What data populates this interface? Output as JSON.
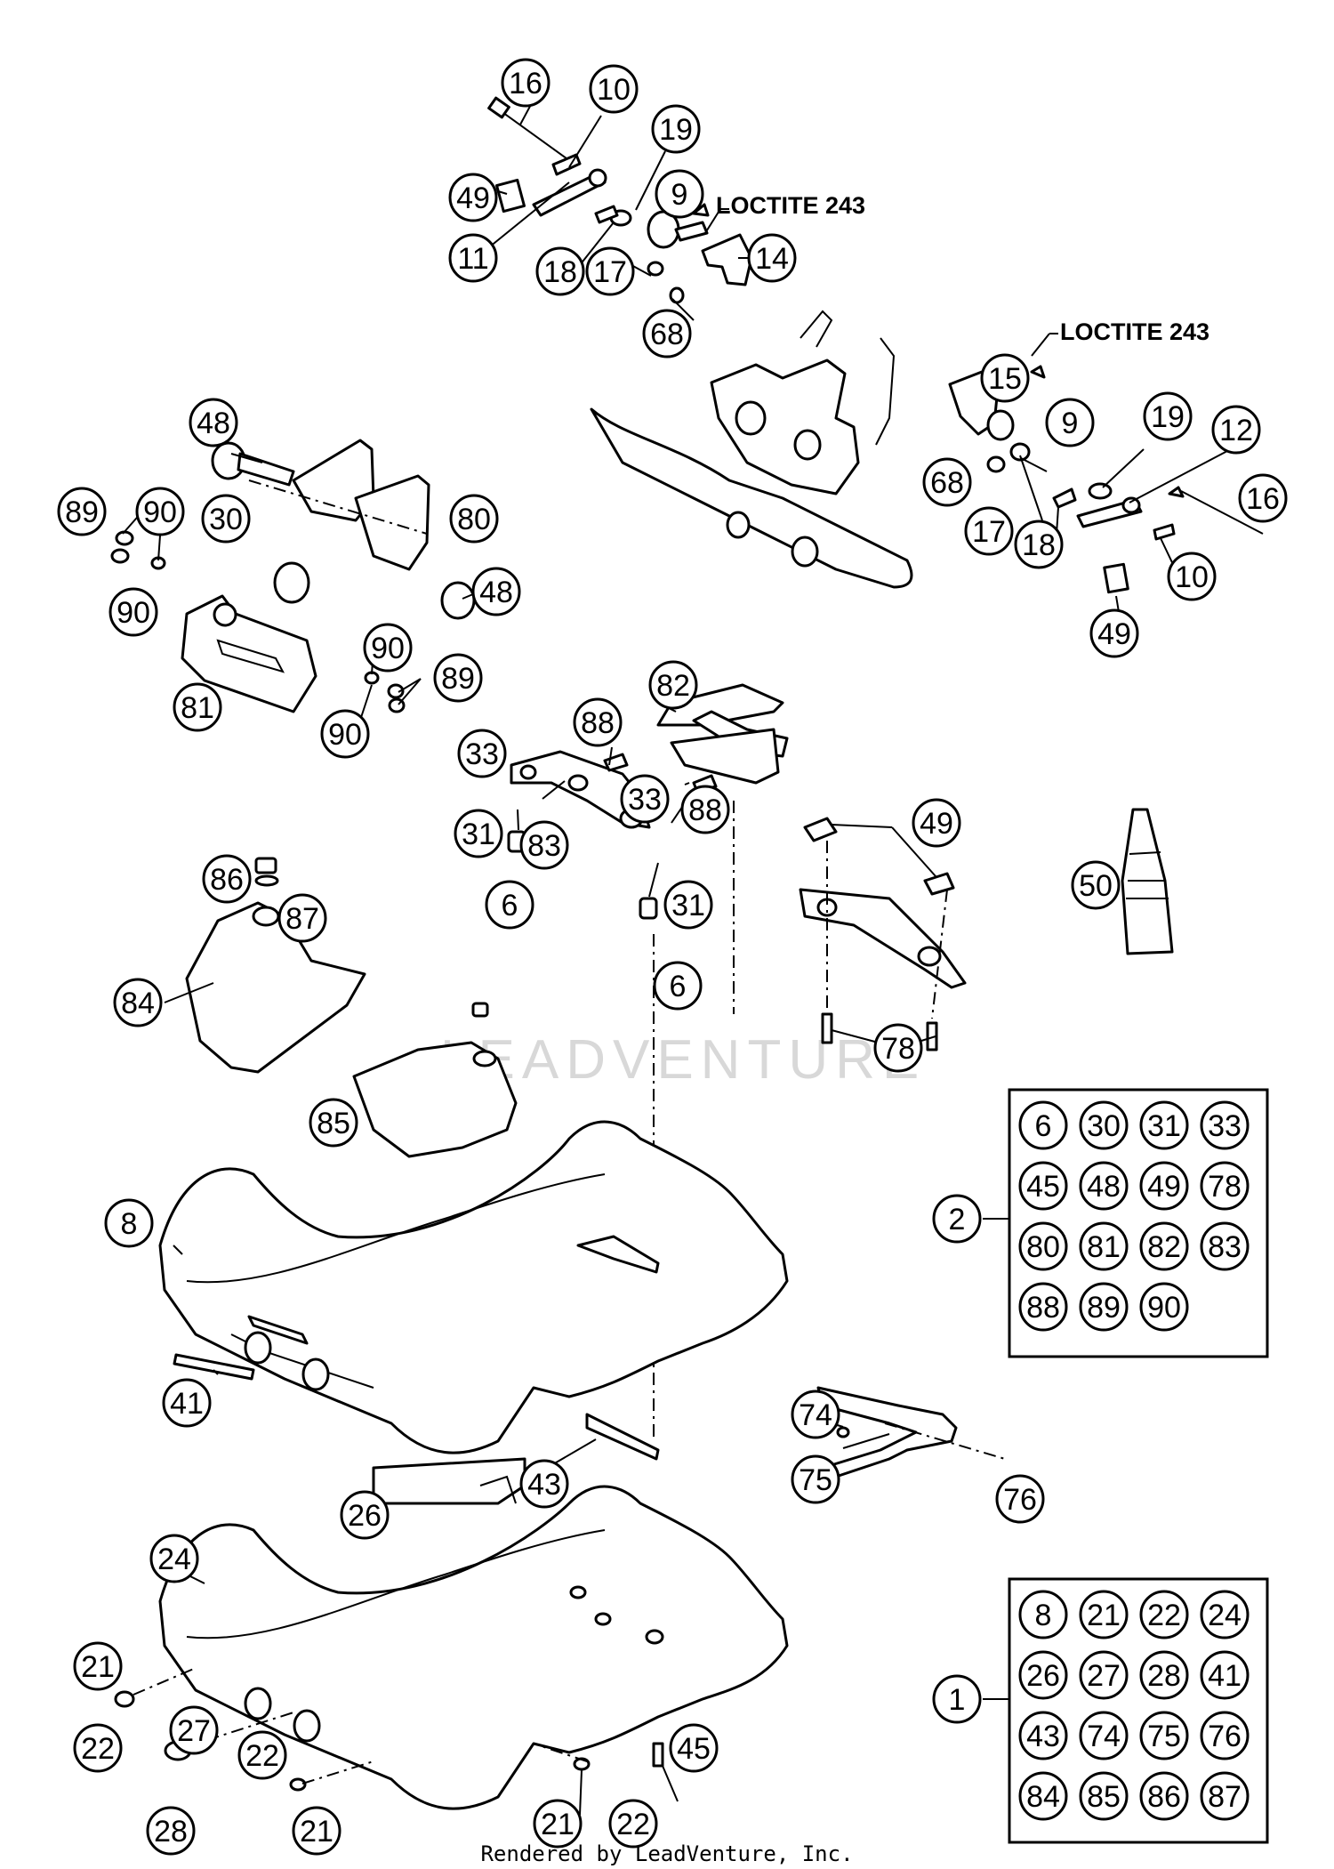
{
  "callouts": {
    "c16a": "16",
    "c10a": "10",
    "c19a": "19",
    "c49a": "49",
    "c9a": "9",
    "c11": "11",
    "c18a": "18",
    "c17a": "17",
    "c14": "14",
    "c68a": "68",
    "c15": "15",
    "c9b": "9",
    "c19b": "19",
    "c12": "12",
    "c68b": "68",
    "c16b": "16",
    "c17b": "17",
    "c18b": "18",
    "c10b": "10",
    "c49b": "49",
    "c48a": "48",
    "c89a": "89",
    "c90a": "90",
    "c30": "30",
    "c80": "80",
    "c48b": "48",
    "c90b": "90",
    "c90c": "90",
    "c89b": "89",
    "c81": "81",
    "c90d": "90",
    "c82": "82",
    "c88a": "88",
    "c33a": "33",
    "c33b": "33",
    "c88b": "88",
    "c31a": "31",
    "c83": "83",
    "c6a": "6",
    "c31b": "31",
    "c6b": "6",
    "c49c": "49",
    "c50": "50",
    "c78": "78",
    "c86": "86",
    "c87": "87",
    "c84": "84",
    "c85": "85",
    "c8": "8",
    "c41": "41",
    "c74": "74",
    "c75": "75",
    "c76": "76",
    "c43": "43",
    "c26": "26",
    "c24": "24",
    "c21a": "21",
    "c22a": "22",
    "c27": "27",
    "c22b": "22",
    "c28": "28",
    "c21b": "21",
    "c45": "45",
    "c21c": "21",
    "c22c": "22"
  },
  "kit2": {
    "label": "2",
    "items": [
      "6",
      "30",
      "31",
      "33",
      "45",
      "48",
      "49",
      "78",
      "80",
      "81",
      "82",
      "83",
      "88",
      "89",
      "90"
    ]
  },
  "kit1": {
    "label": "1",
    "items": [
      "8",
      "21",
      "22",
      "24",
      "26",
      "27",
      "28",
      "41",
      "43",
      "74",
      "75",
      "76",
      "84",
      "85",
      "86",
      "87"
    ]
  },
  "notes": {
    "loctite_a": "LOCTITE 243",
    "loctite_b": "LOCTITE 243"
  },
  "watermark": "LEADVENTURE",
  "footer": "Rendered by LeadVenture, Inc."
}
